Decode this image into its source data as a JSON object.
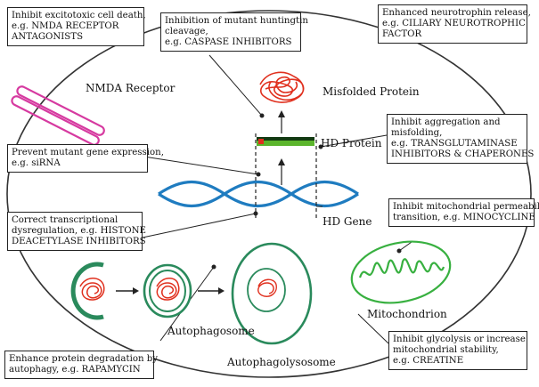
{
  "colors": {
    "cell_outline": "#333333",
    "receptor": "#d63aa0",
    "protein": "#e0301e",
    "dna": "#1f7cc0",
    "membrane_green": "#2a8a5c",
    "mito_green": "#38b040"
  },
  "boxes": {
    "nmda": {
      "lines": [
        "Inhibit excitotoxic cell death,",
        "e.g. NMDA RECEPTOR",
        "ANTAGONISTS"
      ]
    },
    "caspase": {
      "lines": [
        "Inhibition of mutant huntingtin",
        "cleavage,",
        "e.g. CASPASE INHIBITORS"
      ]
    },
    "neurotrophin": {
      "lines": [
        "Enhanced neurotrophin release,",
        "e.g. CILIARY NEUROTROPHIC",
        "FACTOR"
      ]
    },
    "aggregation": {
      "lines": [
        "Inhibit aggregation and",
        "misfolding,",
        "e.g. TRANSGLUTAMINASE",
        "INHIBITORS & CHAPERONES"
      ]
    },
    "sirna": {
      "lines": [
        "Prevent mutant gene expression,",
        "e.g. siRNA"
      ]
    },
    "hdac": {
      "lines": [
        "Correct transcriptional",
        "dysregulation, e.g. HISTONE",
        "DEACETYLASE INHIBITORS"
      ]
    },
    "minocycline": {
      "lines": [
        "Inhibit mitochondrial permeability",
        "transition, e.g. MINOCYCLINE"
      ]
    },
    "rapamycin": {
      "lines": [
        "Enhance protein degradation by",
        "autophagy, e.g. RAPAMYCIN"
      ]
    },
    "creatine": {
      "lines": [
        "Inhibit glycolysis or increase",
        "mitochondrial stability,",
        "e.g. CREATINE"
      ]
    }
  },
  "labels": {
    "nmda_receptor": "NMDA Receptor",
    "misfolded_protein": "Misfolded Protein",
    "hd_protein": "HD Protein",
    "hd_gene": "HD Gene",
    "mitochondrion": "Mitochondrion",
    "autophagosome": "Autophagosome",
    "autophagolysosome": "Autophagolysosome"
  }
}
